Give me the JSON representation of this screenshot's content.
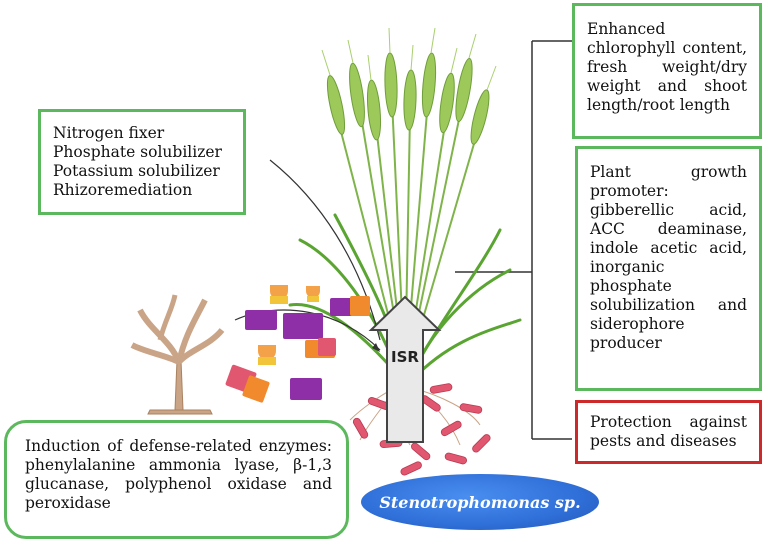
{
  "left_box": {
    "lines": [
      "Nitrogen fixer",
      "Phosphate solubilizer",
      "Potassium solubilizer",
      "Rhizoremediation"
    ]
  },
  "right_top_box": {
    "text": "Enhanced chlorophyll content, fresh weight/dry weight and shoot length/root length"
  },
  "right_mid_box": {
    "text": "Plant growth promoter: gibberellic acid, ACC deaminase, indole acetic acid, inorganic phosphate solubilization and siderophore producer"
  },
  "right_bottom_box": {
    "text": "Protection against pests and diseases"
  },
  "bottom_box": {
    "text": "Induction of defense-related enzymes: phenylalanine ammonia lyase, β-1,3 glucanase, polyphenol oxidase and peroxidase"
  },
  "isr_label": "ISR",
  "bacterium_label": "Stenotrophomonas sp.",
  "colors": {
    "green_border": "#5cb85c",
    "red_border": "#cc2a2a",
    "ellipse_blue": "#2f6fd8",
    "bacteria_pink": "#e0576f",
    "wheat_green": "#8bbf4a",
    "fungus_tan": "#caa487"
  }
}
